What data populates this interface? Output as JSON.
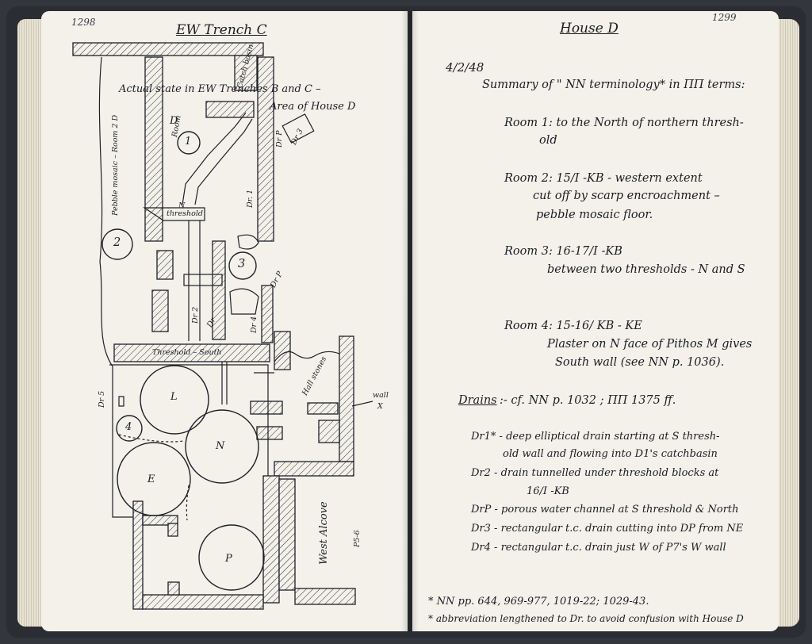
{
  "left_page": {
    "page_number": "1298",
    "title": "EW Trench C",
    "heading_line1": "Actual state in EW Trenches B and C –",
    "heading_line2": "Area of House D",
    "labels": {
      "room_letter_d": "D",
      "room_word": "Room",
      "room_1": "1",
      "room_2": "2",
      "room_3": "3",
      "room_4": "4",
      "threshold_n_small": "N",
      "threshold_n_word": "threshold",
      "threshold_south": "Threshold – South",
      "pebble_mosaic": "Pebble mosaic – Room 2 D",
      "dr_1": "Dr. 1",
      "dr_2": "Dr 2",
      "dr_3": "Dr 3",
      "dr_4": "Dr 4",
      "dr_p_upper": "Dr P",
      "dr_p_lower": "Dr P",
      "dr_5": "Dr 5",
      "dr_small": "Dr",
      "catch_basin": "Catch basin",
      "hall_stones": "Hall stones",
      "wall": "wall",
      "wall_x": "X",
      "pithos_l": "L",
      "pithos_n": "N",
      "pithos_e": "E",
      "pithos_p": "P",
      "west_alcove": "West Alcove",
      "p_5_6": "P5-6"
    }
  },
  "right_page": {
    "page_number": "1299",
    "title": "House D",
    "date": "4/2/48",
    "summary": "Summary of \" NN terminology* in ΠΠ terms:",
    "room1_a": "Room 1: to the North of northern thresh-",
    "room1_b": "old",
    "room2_a": "Room 2: 15/I -KB - western extent",
    "room2_b": "cut off by scarp encroachment –",
    "room2_c": "pebble mosaic floor.",
    "room3_a": "Room 3: 16-17/I -KB",
    "room3_b": "between two thresholds - N and S",
    "room4_a": "Room 4: 15-16/ KB - KE",
    "room4_b": "Plaster on N face of Pithos M gives",
    "room4_c": "South wall (see NN p. 1036).",
    "drains_label": "Drains",
    "drains_ref": ":- cf. NN p. 1032 ; ΠΠ 1375 ff.",
    "dr1_a": "Dr1* - deep elliptical drain starting at S thresh-",
    "dr1_b": "old wall and flowing into D1's catchbasin",
    "dr2_a": "Dr2 - drain tunnelled under threshold blocks at",
    "dr2_b": "16/I -KB",
    "drp": "DrP - porous water channel at S threshold & North",
    "dr3": "Dr3 - rectangular t.c. drain cutting into DP from NE",
    "dr4": "Dr4 - rectangular t.c. drain just W of P7's W wall",
    "footnote1": "* NN pp. 644, 969-977, 1019-22; 1029-43.",
    "footnote2": "* abbreviation lengthened to Dr. to avoid confusion with House D"
  }
}
